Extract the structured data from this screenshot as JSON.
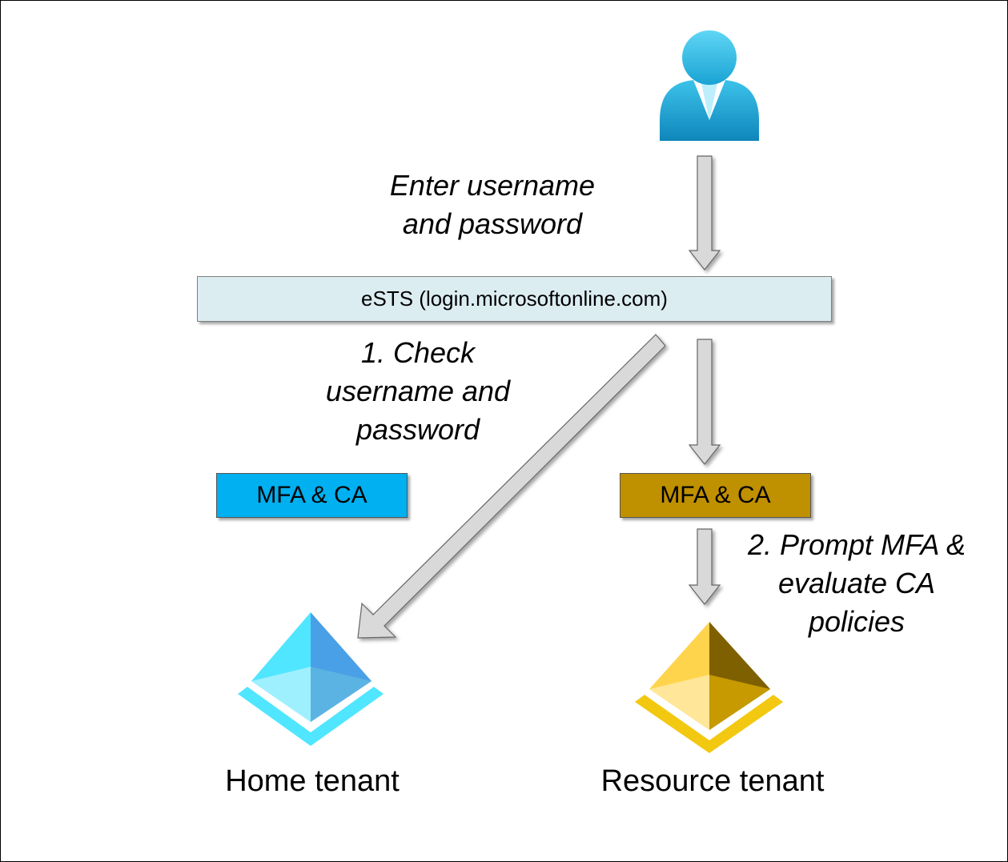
{
  "ests": {
    "label": "eSTS (login.microsoftonline.com)"
  },
  "notes": {
    "enter_credentials": [
      "Enter username",
      "and password"
    ],
    "check_credentials": [
      "1. Check",
      "username and",
      "password"
    ],
    "prompt_mfa": [
      "2. Prompt MFA &",
      "evaluate CA",
      "policies"
    ]
  },
  "home": {
    "policy_label": "MFA & CA",
    "tenant_label": "Home tenant",
    "color": "#00b0f0"
  },
  "resource": {
    "policy_label": "MFA & CA",
    "tenant_label": "Resource tenant",
    "color": "#bf9000"
  },
  "icons": {
    "user": "user-icon",
    "home_tenant": "azure-ad-pyramid-icon",
    "resource_tenant": "azure-ad-pyramid-icon"
  }
}
